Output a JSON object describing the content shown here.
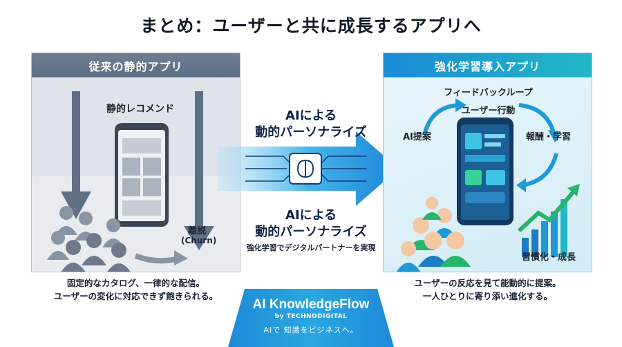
{
  "title": "まとめ：ユーザーと共に成長するアプリへ",
  "left_panel": {
    "header": "従来の静的アプリ",
    "static_label": "静的レコメンド",
    "churn_label": "離脱",
    "churn_sub": "(Churn)",
    "description_line1": "固定的なカタログ、一律的な配信。",
    "description_line2": "ユーザーの変化に対応できず飽きられる。"
  },
  "middle": {
    "top_label_line1": "AIによる",
    "top_label_line2": "動的パーソナライズ",
    "bottom_label_line1": "AIによる",
    "bottom_label_line2": "動的パーソナライズ",
    "bottom_sub": "強化学習でデジタルパートナーを実現"
  },
  "right_panel": {
    "header": "強化学習導入アプリ",
    "feedback_loop": "フィードバックループ",
    "user_action": "ユーザー行動",
    "ai_suggest": "AI提案",
    "reward": "報酬・学習",
    "habit": "習慣化・成長",
    "description_line1": "ユーザーの反応を見て能動的に提案。",
    "description_line2": "一人ひとりに寄り添い進化する。"
  },
  "brand": {
    "name": "AI KnowledgeFlow",
    "by": "by TECHNODIGITAL",
    "tagline": "AIで 知識をビジネスへ。"
  },
  "colors": {
    "accent_blue": "#1a8bd6",
    "accent_teal": "#22b8c6",
    "gray_header": "#6f7f93",
    "green": "#27b56a"
  },
  "icons": [
    "brain-chip-icon",
    "phone-icon",
    "people-icon",
    "growth-chart-icon",
    "loop-arrows-icon"
  ]
}
